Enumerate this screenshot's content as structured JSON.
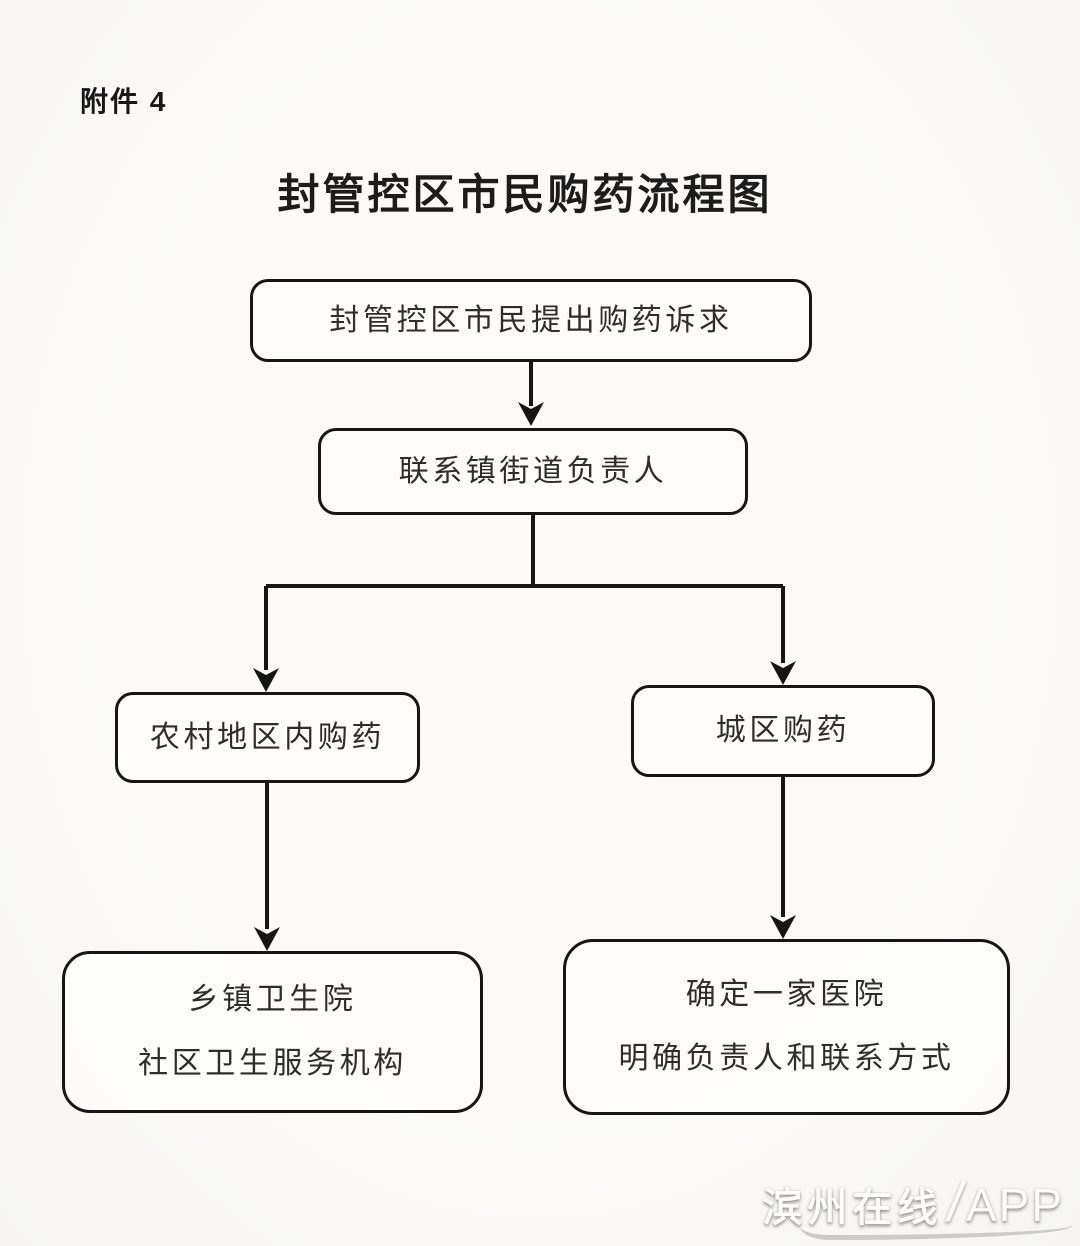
{
  "palette": {
    "line": "#161616",
    "ink": "#2d2d2d",
    "bg": "#f6f5f2",
    "wm": "#fcfcfb"
  },
  "page": {
    "attachment_label": "附件 4",
    "title": "封管控区市民购药流程图"
  },
  "flowchart": {
    "type": "flowchart",
    "nodes": {
      "request": {
        "label": "封管控区市民提出购药诉求"
      },
      "contact": {
        "label": "联系镇街道负责人"
      },
      "rural": {
        "label": "农村地区内购药"
      },
      "urban": {
        "label": "城区购药"
      },
      "rural_dest": {
        "line1": "乡镇卫生院",
        "line2": "社区卫生服务机构"
      },
      "urban_dest": {
        "line1": "确定一家医院",
        "line2": "明确负责人和联系方式"
      }
    },
    "edges": [
      {
        "from": "request",
        "to": "contact"
      },
      {
        "from": "contact",
        "to": "rural"
      },
      {
        "from": "contact",
        "to": "urban"
      },
      {
        "from": "rural",
        "to": "rural_dest"
      },
      {
        "from": "urban",
        "to": "urban_dest"
      }
    ]
  },
  "watermark": {
    "text_cn": "滨州在线",
    "separator": "/",
    "text_en": "APP"
  }
}
